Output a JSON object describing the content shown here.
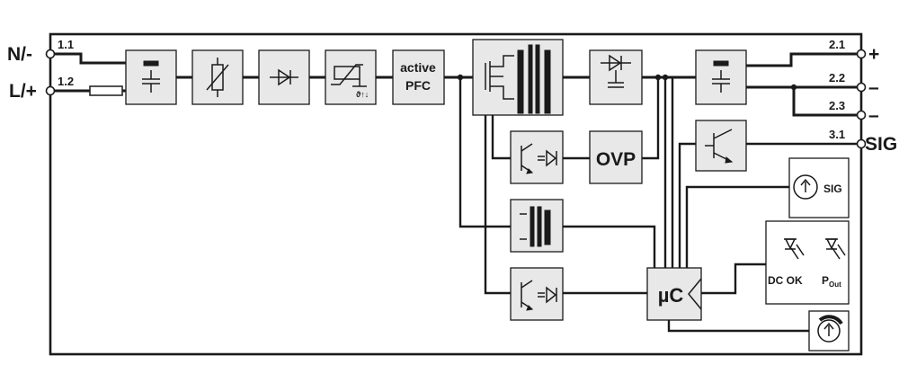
{
  "external_labels": {
    "n_minus": "N/-",
    "l_plus": "L/+",
    "plus": "+",
    "minus_1": "–",
    "minus_2": "–",
    "sig": "SIG"
  },
  "terminals": {
    "t11": "1.1",
    "t12": "1.2",
    "t21": "2.1",
    "t22": "2.2",
    "t23": "2.3",
    "t31": "3.1"
  },
  "blocks": {
    "pfc_line1": "active",
    "pfc_line2": "PFC",
    "ovp": "OVP",
    "mcu": "µC",
    "sig_pot": "SIG",
    "dc_ok": "DC OK",
    "pout_main": "P",
    "pout_sub": "Out",
    "thermo": "ϑ↑↓"
  },
  "colors": {
    "line": "#1a1a1a",
    "block_fill": "#e8e8e8",
    "background": "#ffffff"
  }
}
